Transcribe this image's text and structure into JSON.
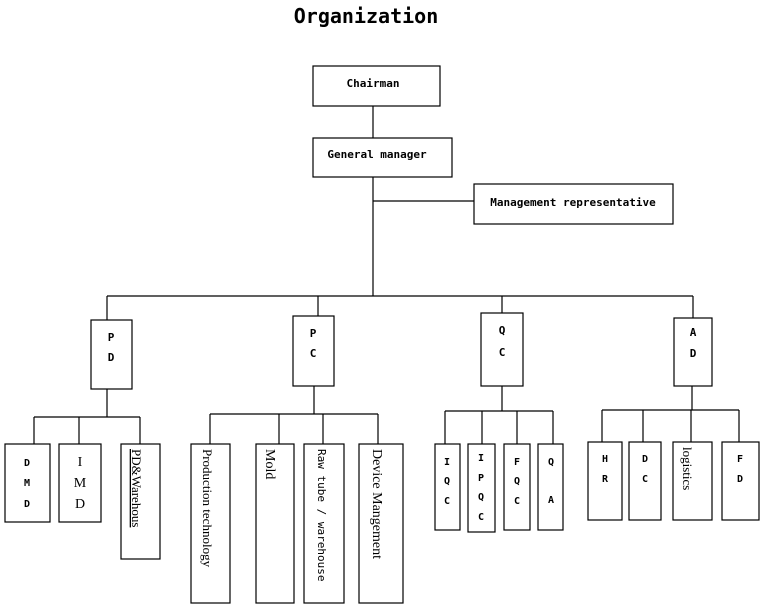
{
  "title": "Organization",
  "nodes": {
    "chairman": "Chairman",
    "general_manager": "General manager",
    "management_representative": "Management representative",
    "pd": [
      "P",
      "D"
    ],
    "pc": [
      "P",
      "C"
    ],
    "qc": [
      "Q",
      "C"
    ],
    "ad": [
      "A",
      "D"
    ],
    "dmd": [
      "D",
      "M",
      "D"
    ],
    "imd": [
      "I",
      "M",
      "D"
    ],
    "pd_warehouse": "PD&Warehous",
    "production_technology": "Production technology",
    "mold": "Mold",
    "raw_tube_warehouse": "Raw tube / warehouse",
    "device_management": "Device Mangement",
    "iqc": [
      "I",
      "Q",
      "C"
    ],
    "ipqc": [
      "I",
      "P",
      "Q",
      "C"
    ],
    "fqc": [
      "F",
      "Q",
      "C"
    ],
    "qa": [
      "Q",
      "A"
    ],
    "hr": [
      "H",
      "R"
    ],
    "dc": [
      "D",
      "C"
    ],
    "logistics": "logistics",
    "fd": [
      "F",
      "D"
    ]
  }
}
